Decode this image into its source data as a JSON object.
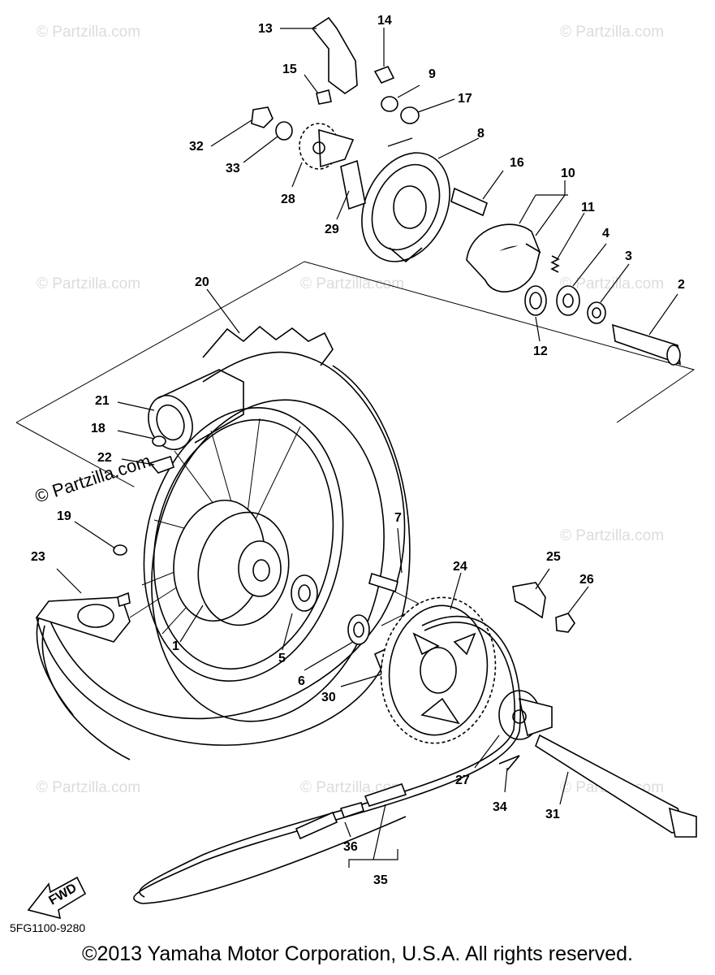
{
  "watermark": "© Partzilla.com",
  "overlay_watermark": "© Partzilla.com",
  "fwd_label": "FWD",
  "diagram_code": "5FG1100-9280",
  "copyright": "©2013 Yamaha Motor Corporation, U.S.A. All rights reserved.",
  "callouts": [
    "1",
    "2",
    "3",
    "4",
    "5",
    "6",
    "7",
    "8",
    "9",
    "10",
    "11",
    "12",
    "13",
    "14",
    "15",
    "16",
    "17",
    "18",
    "19",
    "20",
    "21",
    "22",
    "23",
    "24",
    "25",
    "26",
    "27",
    "28",
    "29",
    "30",
    "31",
    "32",
    "33",
    "34",
    "35",
    "36"
  ]
}
